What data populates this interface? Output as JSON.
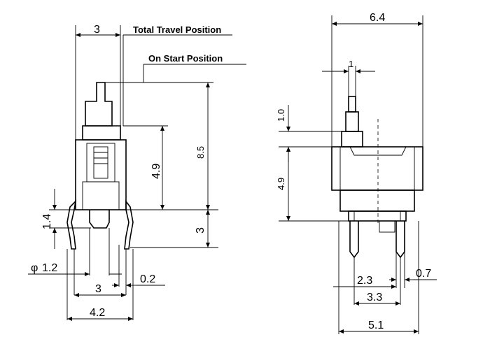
{
  "notes": {
    "total_travel": "Total Travel Position",
    "on_start": "On Start Position"
  },
  "left_view": {
    "dim_top": "3",
    "dim_49": "4.9",
    "dim_85": "8.5",
    "dim_3_side": "3",
    "dim_14": "1.4",
    "dim_phi_symbol": "φ",
    "dim_phi_value": "1.2",
    "dim_02": "0.2",
    "dim_3_bottom": "3",
    "dim_42": "4.2"
  },
  "right_view": {
    "dim_64": "6.4",
    "dim_1": "1",
    "dim_10": "1.0",
    "dim_49": "4.9",
    "dim_23": "2.3",
    "dim_07": "0.7",
    "dim_33": "3.3",
    "dim_51": "5.1"
  }
}
